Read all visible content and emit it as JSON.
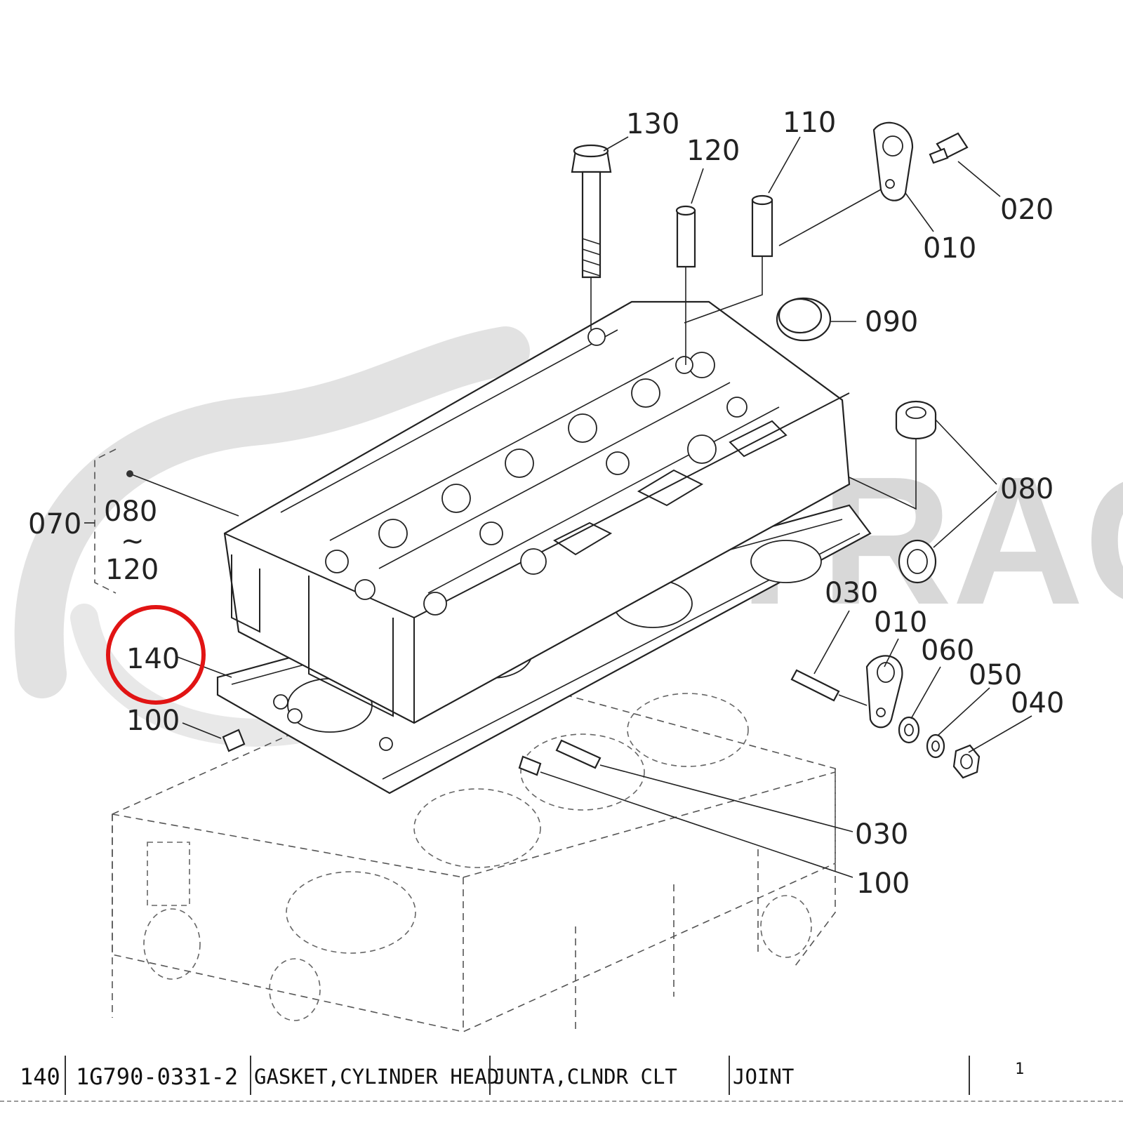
{
  "watermark": "TRAC",
  "callouts": {
    "c130": "130",
    "c120": "120",
    "c110": "110",
    "c020": "020",
    "c010_top": "010",
    "c090": "090",
    "c080_right": "080",
    "c070": "070",
    "c080_group": "080",
    "c_group_tilde": "~",
    "c120_group": "120",
    "c140": "140",
    "c100_left": "100",
    "c030_top": "030",
    "c010_mid": "010",
    "c060": "060",
    "c050": "050",
    "c040": "040",
    "c030_bottom": "030",
    "c100_bottom": "100"
  },
  "highlight": {
    "label": "140",
    "color": "#e11414"
  },
  "parts_row": {
    "ref": "140",
    "part_number": "1G790-0331-2",
    "description_en": "GASKET,CYLINDER HEAD",
    "description_es": "JUNTA,CLNDR CLT",
    "description_fr": "JOINT",
    "quantity": "1"
  }
}
